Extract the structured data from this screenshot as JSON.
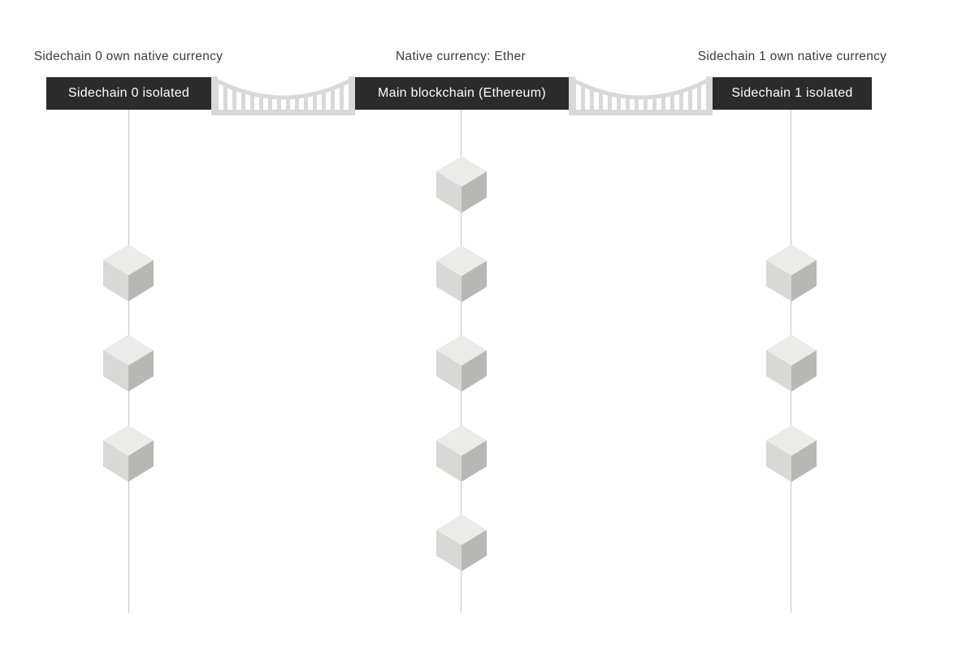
{
  "diagram": {
    "columns": [
      {
        "id": "sidechain-0",
        "currency_label": "Sidechain 0 own native currency",
        "header_label": "Sidechain 0 isolated",
        "block_count": 3
      },
      {
        "id": "main-blockchain",
        "currency_label": "Native currency: Ether",
        "header_label": "Main blockchain (Ethereum)",
        "block_count": 5
      },
      {
        "id": "sidechain-1",
        "currency_label": "Sidechain 1 own native currency",
        "header_label": "Sidechain 1 isolated",
        "block_count": 3
      }
    ],
    "bridges": [
      {
        "id": "bridge-0",
        "between": [
          "Sidechain 0 isolated",
          "Main blockchain (Ethereum)"
        ]
      },
      {
        "id": "bridge-1",
        "between": [
          "Main blockchain (Ethereum)",
          "Sidechain 1 isolated"
        ]
      }
    ],
    "colors": {
      "background": "#ffffff",
      "header_bg": "#2b2b2b",
      "header_text": "#ffffff",
      "label_text": "#3c3c3c",
      "bridge_gray": "#d9d9d9",
      "chain_line": "#c3c3c3",
      "cube_top": "#ebebe8",
      "cube_left": "#d8d8d6",
      "cube_right": "#b7b7b4"
    }
  }
}
